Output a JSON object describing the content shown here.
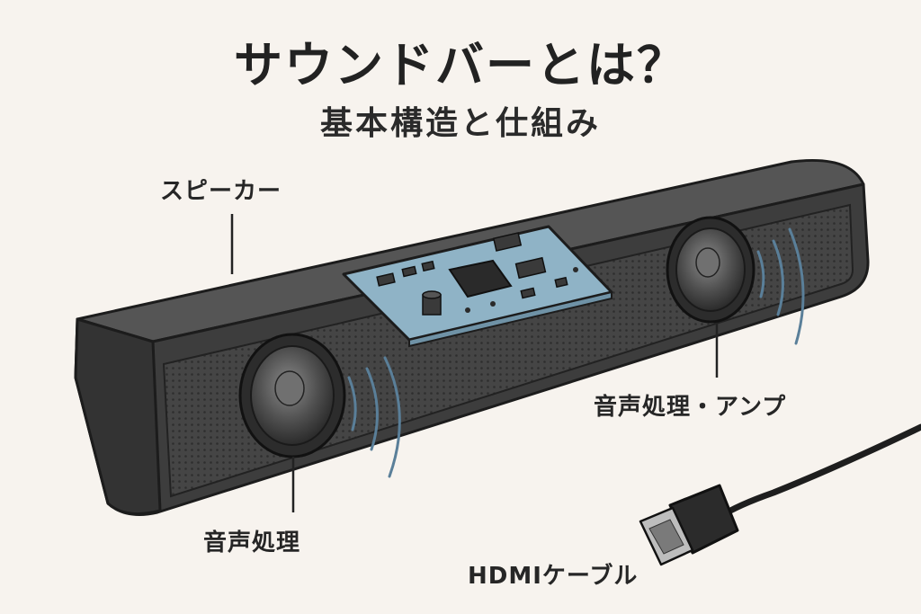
{
  "title": "サウンドバーとは？",
  "subtitle": "基本構造と仕組み",
  "labels": {
    "speaker": "スピーカー",
    "audio_amp": "音声処理・アンプ",
    "audio_processing": "音声処理",
    "hdmi_cable": "HDMIケーブル"
  },
  "colors": {
    "background": "#f7f3ee",
    "bar_body": "#3d3d3d",
    "grille": "#4a4a4a",
    "circuit_board": "#8fb3c6",
    "sound_wave": "#5a7f99",
    "outline": "#1c1c1c"
  }
}
